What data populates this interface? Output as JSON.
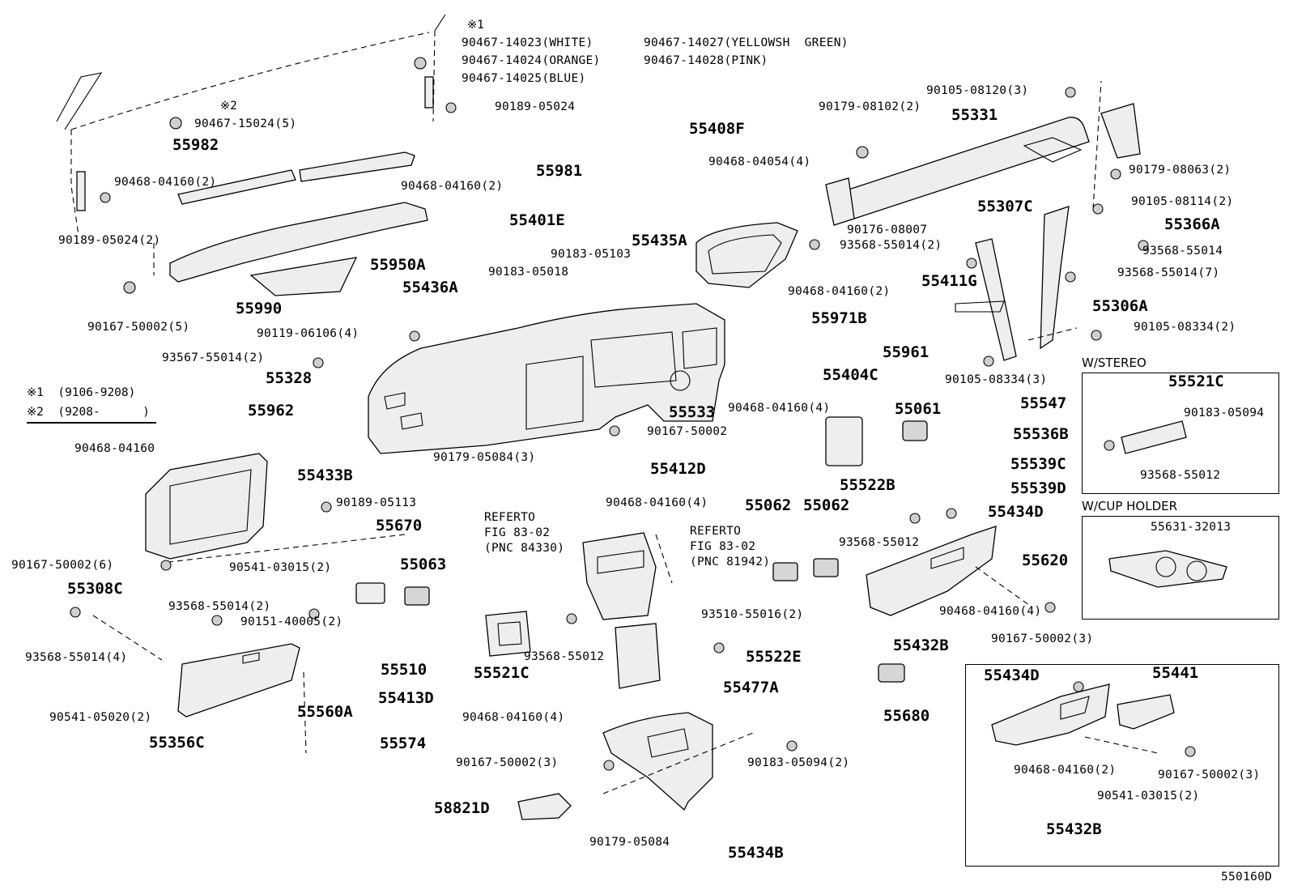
{
  "diagram_id": "550160D",
  "sections": {
    "stereo": "W/STEREO",
    "cup_holder": "W/CUP HOLDER"
  },
  "notes": {
    "n1": "※1  (9106-9208)",
    "n2": "※2  (9208-      )",
    "mark1": "※1",
    "mark2": "※2"
  },
  "labels": [
    {
      "id": "c14023",
      "text": "90467-14023(WHITE)"
    },
    {
      "id": "c14024",
      "text": "90467-14024(ORANGE)"
    },
    {
      "id": "c14025",
      "text": "90467-14025(BLUE)"
    },
    {
      "id": "c14027",
      "text": "90467-14027(YELLOWSH  GREEN)"
    },
    {
      "id": "c14028",
      "text": "90467-14028(PINK)"
    },
    {
      "id": "p90189a",
      "text": "90189-05024"
    },
    {
      "id": "p15024",
      "text": "90467-15024(5)"
    },
    {
      "id": "p55982",
      "text": "55982"
    },
    {
      "id": "p04160a",
      "text": "90468-04160(2)"
    },
    {
      "id": "p04160b",
      "text": "90468-04160(2)"
    },
    {
      "id": "p55981",
      "text": "55981"
    },
    {
      "id": "p90189b",
      "text": "90189-05024(2)"
    },
    {
      "id": "p55950A",
      "text": "55950A"
    },
    {
      "id": "p55990",
      "text": "55990"
    },
    {
      "id": "p50002a",
      "text": "90167-50002(5)"
    },
    {
      "id": "p55408F",
      "text": "55408F"
    },
    {
      "id": "p04054",
      "text": "90468-04054(4)"
    },
    {
      "id": "p08120",
      "text": "90105-08120(3)"
    },
    {
      "id": "p08102",
      "text": "90179-08102(2)"
    },
    {
      "id": "p55331",
      "text": "55331"
    },
    {
      "id": "p08063",
      "text": "90179-08063(2)"
    },
    {
      "id": "p08114",
      "text": "90105-08114(2)"
    },
    {
      "id": "p55366A",
      "text": "55366A"
    },
    {
      "id": "p55014a",
      "text": "93568-55014"
    },
    {
      "id": "p55014b",
      "text": "93568-55014(7)"
    },
    {
      "id": "p55306A",
      "text": "55306A"
    },
    {
      "id": "p08334a",
      "text": "90105-08334(2)"
    },
    {
      "id": "p55307C",
      "text": "55307C"
    },
    {
      "id": "p08007",
      "text": "90176-08007"
    },
    {
      "id": "p55014c",
      "text": "93568-55014(2)"
    },
    {
      "id": "p55411G",
      "text": "55411G"
    },
    {
      "id": "p04160c",
      "text": "90468-04160(2)"
    },
    {
      "id": "p08334b",
      "text": "90105-08334(3)"
    },
    {
      "id": "p55401E",
      "text": "55401E"
    },
    {
      "id": "p05103",
      "text": "90183-05103"
    },
    {
      "id": "p05018",
      "text": "90183-05018"
    },
    {
      "id": "p55435A",
      "text": "55435A"
    },
    {
      "id": "p55436A",
      "text": "55436A"
    },
    {
      "id": "p06106",
      "text": "90119-06106(4)"
    },
    {
      "id": "p93567",
      "text": "93567-55014(2)"
    },
    {
      "id": "p55328",
      "text": "55328"
    },
    {
      "id": "p55962",
      "text": "55962"
    },
    {
      "id": "p55971B",
      "text": "55971B"
    },
    {
      "id": "p55961",
      "text": "55961"
    },
    {
      "id": "p55404C",
      "text": "55404C"
    },
    {
      "id": "p04160d",
      "text": "90468-04160(4)"
    },
    {
      "id": "p55061",
      "text": "55061"
    },
    {
      "id": "p55547",
      "text": "55547"
    },
    {
      "id": "p55536B",
      "text": "55536B"
    },
    {
      "id": "p55533",
      "text": "55533"
    },
    {
      "id": "p50002b",
      "text": "90167-50002"
    },
    {
      "id": "p05084a",
      "text": "90179-05084(3)"
    },
    {
      "id": "p55521Ca",
      "text": "55521C"
    },
    {
      "id": "p05094a",
      "text": "90183-05094"
    },
    {
      "id": "p55012a",
      "text": "93568-55012"
    },
    {
      "id": "p04160e",
      "text": "90468-04160"
    },
    {
      "id": "p55433B",
      "text": "55433B"
    },
    {
      "id": "p05113",
      "text": "90189-05113"
    },
    {
      "id": "p50002c",
      "text": "90167-50002(6)"
    },
    {
      "id": "p03015a",
      "text": "90541-03015(2)"
    },
    {
      "id": "p55412D",
      "text": "55412D"
    },
    {
      "id": "p04160f",
      "text": "90468-04160(4)"
    },
    {
      "id": "p55062a",
      "text": "55062"
    },
    {
      "id": "p55062b",
      "text": "55062"
    },
    {
      "id": "p55522B",
      "text": "55522B"
    },
    {
      "id": "p55539C",
      "text": "55539C"
    },
    {
      "id": "p55539D",
      "text": "55539D"
    },
    {
      "id": "p55434Da",
      "text": "55434D"
    },
    {
      "id": "p55012b",
      "text": "93568-55012"
    },
    {
      "id": "p55631",
      "text": "55631-32013"
    },
    {
      "id": "p55620",
      "text": "55620"
    },
    {
      "id": "p55670",
      "text": "55670"
    },
    {
      "id": "p55063",
      "text": "55063"
    },
    {
      "id": "p55308C",
      "text": "55308C"
    },
    {
      "id": "p55014d",
      "text": "93568-55014(2)"
    },
    {
      "id": "p55014e",
      "text": "93568-55014(4)"
    },
    {
      "id": "p40005",
      "text": "90151-40005(2)"
    },
    {
      "id": "p55510",
      "text": "55510"
    },
    {
      "id": "p05020",
      "text": "90541-05020(2)"
    },
    {
      "id": "p55560A",
      "text": "55560A"
    },
    {
      "id": "p55356C",
      "text": "55356C"
    },
    {
      "id": "p55574",
      "text": "55574"
    },
    {
      "id": "p55521Cb",
      "text": "55521C"
    },
    {
      "id": "p55012c",
      "text": "93568-55012"
    },
    {
      "id": "p55413D",
      "text": "55413D"
    },
    {
      "id": "p04160g",
      "text": "90468-04160(4)"
    },
    {
      "id": "p55016",
      "text": "93510-55016(2)"
    },
    {
      "id": "p55522E",
      "text": "55522E"
    },
    {
      "id": "p55477A",
      "text": "55477A"
    },
    {
      "id": "p04160h",
      "text": "90468-04160(4)"
    },
    {
      "id": "p55432Ba",
      "text": "55432B"
    },
    {
      "id": "p50002d",
      "text": "90167-50002(3)"
    },
    {
      "id": "p55680",
      "text": "55680"
    },
    {
      "id": "p50002e",
      "text": "90167-50002(3)"
    },
    {
      "id": "p05094b",
      "text": "90183-05094(2)"
    },
    {
      "id": "p58821D",
      "text": "58821D"
    },
    {
      "id": "p05084b",
      "text": "90179-05084"
    },
    {
      "id": "p55434B",
      "text": "55434B"
    },
    {
      "id": "p55434Db",
      "text": "55434D"
    },
    {
      "id": "p55441",
      "text": "55441"
    },
    {
      "id": "p04160i",
      "text": "90468-04160(2)"
    },
    {
      "id": "p50002f",
      "text": "90167-50002(3)"
    },
    {
      "id": "p03015b",
      "text": "90541-03015(2)"
    },
    {
      "id": "p55432Bb",
      "text": "55432B"
    }
  ],
  "references": {
    "ref1": {
      "line1": "REFERTO",
      "line2": "FIG 83-02",
      "line3": "(PNC 84330)"
    },
    "ref2": {
      "line1": "REFERTO",
      "line2": "FIG 83-02",
      "line3": "(PNC 81942)"
    }
  }
}
